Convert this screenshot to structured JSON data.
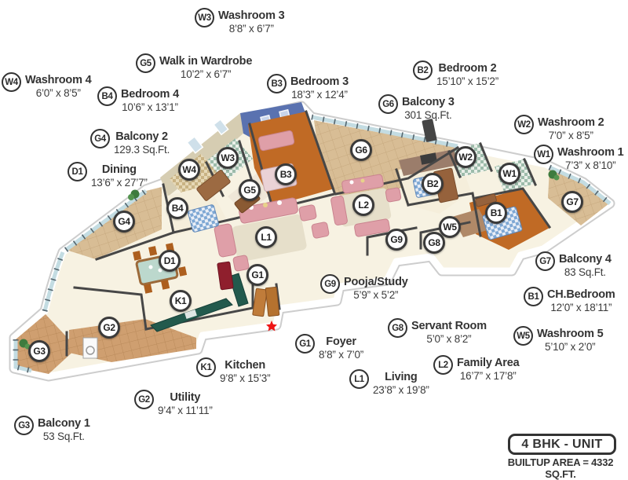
{
  "footer": {
    "unit_label": "4 BHK - UNIT",
    "builtup_label": "BUILTUP AREA = 4332 SQ.FT."
  },
  "colors": {
    "label_text": "#333333",
    "marker_ring": "#3a3a3a",
    "wood_floor": "#c06a25",
    "balcony_tile": "#d8bd95",
    "terracotta_tile": "#cf9f70",
    "washroom_tile": "#9dbcab",
    "sofa_pink": "#df9fa8",
    "accent_wall_blue": "#5a72b0",
    "kitchen_counter_green": "#235a4d",
    "entry_star_red": "#ee1515"
  },
  "rooms": [
    {
      "code": "W3",
      "name": "Washroom 3",
      "dims": "8’8” x 6’7”"
    },
    {
      "code": "G5",
      "name": "Walk in Wardrobe",
      "dims": "10’2” x 6’7”"
    },
    {
      "code": "W4",
      "name": "Washroom 4",
      "dims": "6’0” x 8’5”"
    },
    {
      "code": "B4",
      "name": "Bedroom 4",
      "dims": "10’6” x 13’1”"
    },
    {
      "code": "B3",
      "name": "Bedroom 3",
      "dims": "18’3” x 12’4”"
    },
    {
      "code": "B2",
      "name": "Bedroom 2",
      "dims": "15’10” x 15’2”"
    },
    {
      "code": "G4",
      "name": "Balcony 2",
      "dims": "129.3 Sq.Ft."
    },
    {
      "code": "G6",
      "name": "Balcony 3",
      "dims": "301 Sq.Ft."
    },
    {
      "code": "W2",
      "name": "Washroom 2",
      "dims": "7’0” x 8’5”"
    },
    {
      "code": "W1",
      "name": "Washroom 1",
      "dims": "7’3” x 8’10”"
    },
    {
      "code": "D1",
      "name": "Dining",
      "dims": "13’6” x 27’7”"
    },
    {
      "code": "G7",
      "name": "Balcony 4",
      "dims": "83 Sq.Ft."
    },
    {
      "code": "B1",
      "name": "CH.Bedroom",
      "dims": "12’0” x 18’11”"
    },
    {
      "code": "W5",
      "name": "Washroom 5",
      "dims": "5’10” x 2’0”"
    },
    {
      "code": "G9",
      "name": "Pooja/Study",
      "dims": "5’9” x 5’2”"
    },
    {
      "code": "G8",
      "name": "Servant Room",
      "dims": "5’0” x 8’2”"
    },
    {
      "code": "G1",
      "name": "Foyer",
      "dims": "8’8” x 7’0”"
    },
    {
      "code": "L2",
      "name": "Family Area",
      "dims": "16’7” x 17’8”"
    },
    {
      "code": "L1",
      "name": "Living",
      "dims": "23’8” x 19’8”"
    },
    {
      "code": "K1",
      "name": "Kitchen",
      "dims": "9’8” x 15’3”"
    },
    {
      "code": "G2",
      "name": "Utility",
      "dims": "9’4” x 11’11”"
    },
    {
      "code": "G3",
      "name": "Balcony 1",
      "dims": "53 Sq.Ft."
    }
  ]
}
